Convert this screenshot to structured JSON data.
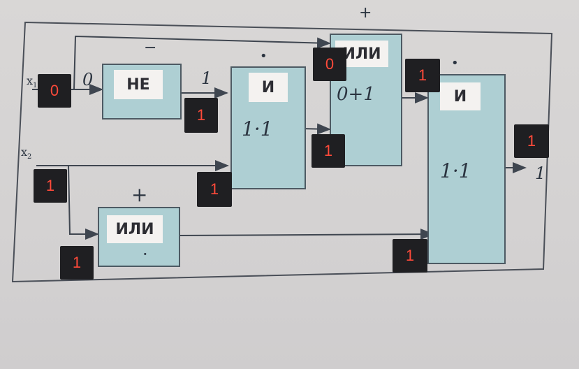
{
  "inputs": {
    "x1": {
      "name": "x",
      "index": "1"
    },
    "x2": {
      "name": "x",
      "index": "2"
    }
  },
  "gates": {
    "not": {
      "label": "НЕ"
    },
    "or_low": {
      "label": "ИЛИ"
    },
    "and_mid": {
      "label": "И"
    },
    "or_top": {
      "label": "ИЛИ"
    },
    "and_final": {
      "label": "И"
    }
  },
  "handwriting": {
    "x1_value": "0",
    "not_out": "1",
    "and_mid_expr": "1·1",
    "or_top_expr": "0+1",
    "and_final_expr": "1·1",
    "output": "1",
    "or_low_mark": "+",
    "or_low_dot": "·"
  },
  "operator_marks": {
    "not": "−",
    "and_mid": "•",
    "or_top": "+",
    "and_final": "•"
  },
  "badges": {
    "x1": "0",
    "not_out": "1",
    "x2": "1",
    "and_mid_in": "1",
    "or_top_in0": "0",
    "or_top_in1": "1",
    "and_final_in0": "1",
    "output": "1",
    "or_low_in": "1",
    "and_final_in1": "1"
  },
  "colors": {
    "gate_fill": "#aecfd3",
    "wire": "#3f4650",
    "badge_bg": "#1f1f22",
    "badge_text": "#ff4a3a"
  }
}
